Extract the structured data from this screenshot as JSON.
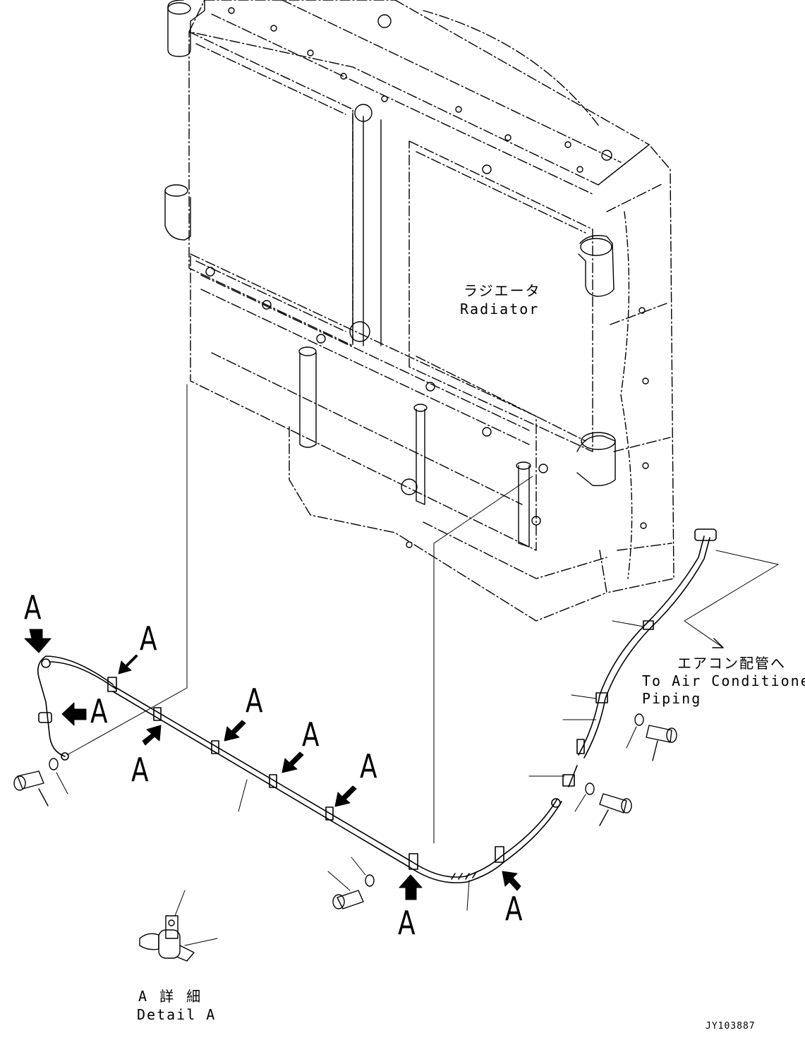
{
  "labels": {
    "radiator_jp": "ラジエータ",
    "radiator_en": "Radiator",
    "aircon_jp": "エアコン配管へ",
    "aircon_en_line1": "To Air Conditioner",
    "aircon_en_line2": "Piping",
    "detail_jp": "A 詳 細",
    "detail_en": "Detail A",
    "callout": "A",
    "drawing_code": "JY103887"
  }
}
